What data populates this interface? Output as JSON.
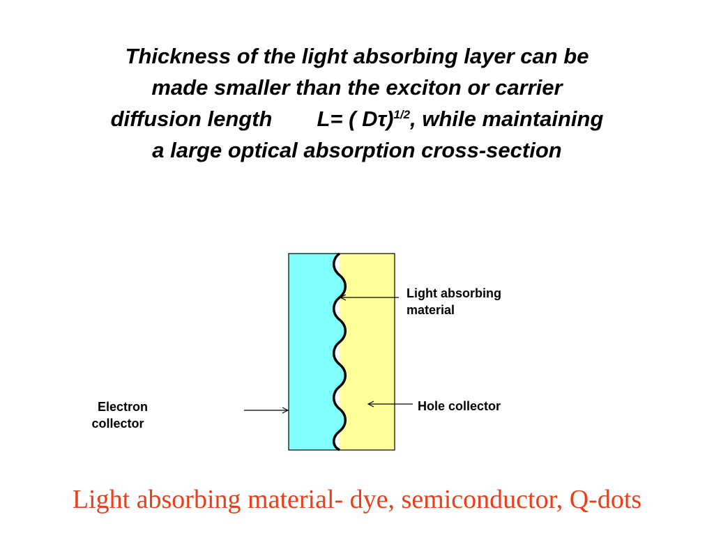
{
  "slide": {
    "title": {
      "line1": "Thickness of the light absorbing layer can be",
      "line2": "made smaller than the exciton or carrier",
      "line3_start": "diffusion length",
      "formula_prefix": "L= ( D",
      "formula_tau": "τ",
      "formula_close": ")",
      "formula_exponent": "1/2",
      "line3_end": ", while maintaining",
      "line4": "a large  optical absorption cross-section"
    },
    "diagram": {
      "light_absorbing_label_line1": "Light absorbing",
      "light_absorbing_label_line2": "material",
      "hole_collector_label": "Hole collector",
      "electron_collector_label_line1": "Electron",
      "electron_collector_label_line2": "collector",
      "colors": {
        "electron_collector": "#80FFFF",
        "hole_collector": "#FFFF99",
        "outline": "#000000"
      }
    },
    "footer": {
      "text": "Light absorbing material- dye, semiconductor, Q-dots",
      "color": "#E8401C"
    }
  }
}
